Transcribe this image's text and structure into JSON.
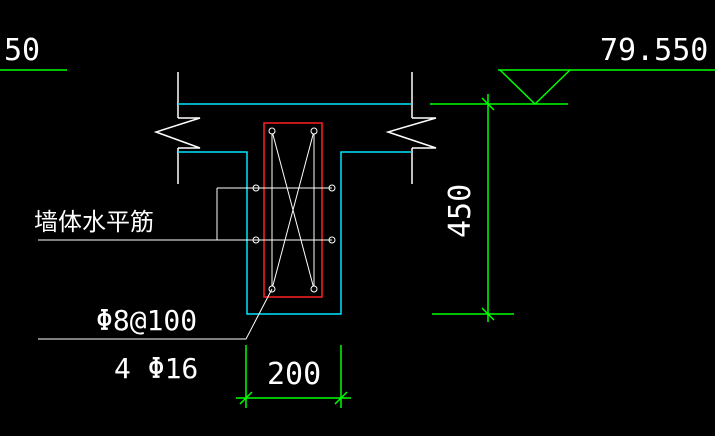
{
  "drawing": {
    "labels": {
      "elevation_left": "50",
      "elevation_right": "79.550",
      "wall_rebar": "墙体水平筋",
      "stirrup": "Φ8@100",
      "main_bars": "4 Φ16",
      "width_dim": "200",
      "height_dim": "450"
    },
    "colors": {
      "background": "#000000",
      "outline_white": "#ffffff",
      "section_cyan": "#00e5ff",
      "stirrup_red": "#ff2020",
      "dimension_green": "#00ff00"
    }
  }
}
